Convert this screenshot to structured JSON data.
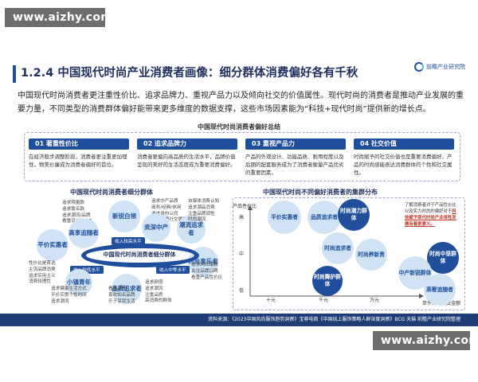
{
  "watermark": {
    "top": "www.aizhy.com",
    "bottom": "www.aizhy.com"
  },
  "header": {
    "title": "1.2.4 中国现代时尚产业消费者画像：细分群体消费偏好各有千秋",
    "logo": "前瞻产业研究院"
  },
  "intro": "中国现代时尚消费者更注重性价比、追求品牌力、重视产品力以及倾向社交的价值属性。现代时尚的消费者是推动产业发展的重要力量，不同类型的消费群体偏好能带来更多维度的数据支撑，这些市场因素能为“科技+现代时尚”提供新的增长点。",
  "summary": {
    "title": "中国现代时尚消费者偏好总结",
    "cards": [
      {
        "head": "01 著重性价比",
        "body": "在经济稳步调整阶段，消费者更注重更加理性，物美价廉成为消费者偏好的首位。"
      },
      {
        "head": "02 追求品牌力",
        "body": "消费者更偏向高品质的生活水平，品牌价值呈现的美好的生活态度成为重要消费偏好。"
      },
      {
        "head": "03 重视产品力",
        "body": "产品的外观设计、功能品质、耐用程度以及后期的配套服务成为了消费者衡量产品优劣的重要因素。"
      },
      {
        "head": "04 社交价值",
        "body": "时尚赋予的社交价值也是重要消费偏好，产品的时尚感能表达消费群体的个性和社交属性。"
      }
    ]
  },
  "segments": {
    "title": "中国现代时尚消费者细分群体",
    "center": "中国现代时尚消费者细分群体",
    "axis_high": "收入较高水平",
    "axis_low_left": "收入较低水平",
    "axis_low_right": "收入中等水平",
    "groups": [
      {
        "name": "新锐白领",
        "items": [
          "追求颜值",
          "追求潮流",
          "注重品质",
          "高消费的群体"
        ]
      },
      {
        "name": "资深中产",
        "items": [
          "追求中产品质",
          "商务/经典/休闲",
          "追求身份认同",
          "注重品质社交属性"
        ]
      },
      {
        "name": "高享追随者",
        "items": [
          "追求限量款",
          "追求联名款",
          "追求潮流/品牌",
          "看重设计的VIP"
        ]
      },
      {
        "name": "平价实惠者",
        "items": [
          "性价比是首选",
          "主流品牌消费",
          "追求实用主义",
          "消费较理性"
        ]
      },
      {
        "name": "潮流追求者",
        "items": [
          "自媒体消费认知",
          "追求潮品消费",
          "注重品牌调性",
          "时尚潮流"
        ]
      },
      {
        "name": "时尚享乐者",
        "items": [
          "追求网红爆款",
          "关注品牌口碑",
          "看重产品性价比"
        ]
      },
      {
        "name": "品质追求者",
        "items": [
          "看重品质",
          "喜欢知名品牌",
          "乐于享受生活"
        ]
      },
      {
        "name": "小镇青年",
        "items": [
          "追求健康生活方式",
          "平价实惠个性时间",
          "追求潮流"
        ]
      }
    ]
  },
  "chart_data": {
    "type": "scatter",
    "title": "中国现代时尚不同偏好消费者的集群分布",
    "ylabel": "产品性价比",
    "xlabel": "单件商品消费金额",
    "y_ticks": [
      "高",
      "中",
      "低"
    ],
    "x_ticks": [
      "十元",
      "千元",
      "万元"
    ],
    "clusters": [
      {
        "name": "平价实惠者",
        "style": "light"
      },
      {
        "name": "品质追求者",
        "style": "light"
      },
      {
        "name": "时尚潮力群体",
        "style": "dark"
      },
      {
        "name": "时尚追求者",
        "style": "light"
      },
      {
        "name": "时尚养新贵",
        "style": "light"
      },
      {
        "name": "时尚舞护群体",
        "style": "dark"
      },
      {
        "name": "时尚中坚群体",
        "style": "dark"
      },
      {
        "name": "中产新锐群体",
        "style": "light"
      },
      {
        "name": "高奢追随者",
        "style": "light"
      }
    ],
    "note_prefix": "了解消费者对于产品性价比以及实力时尚的偏好对于",
    "note_highlight": "科技赋予现代时尚产业将性发展有着更意义。"
  },
  "footer": "资料来源：《2023中国风尚服饰趋势洞察》宝尊电商《中国线上服饰策略人群深度洞察》BCG 天猫 前瞻产业研究院整理"
}
